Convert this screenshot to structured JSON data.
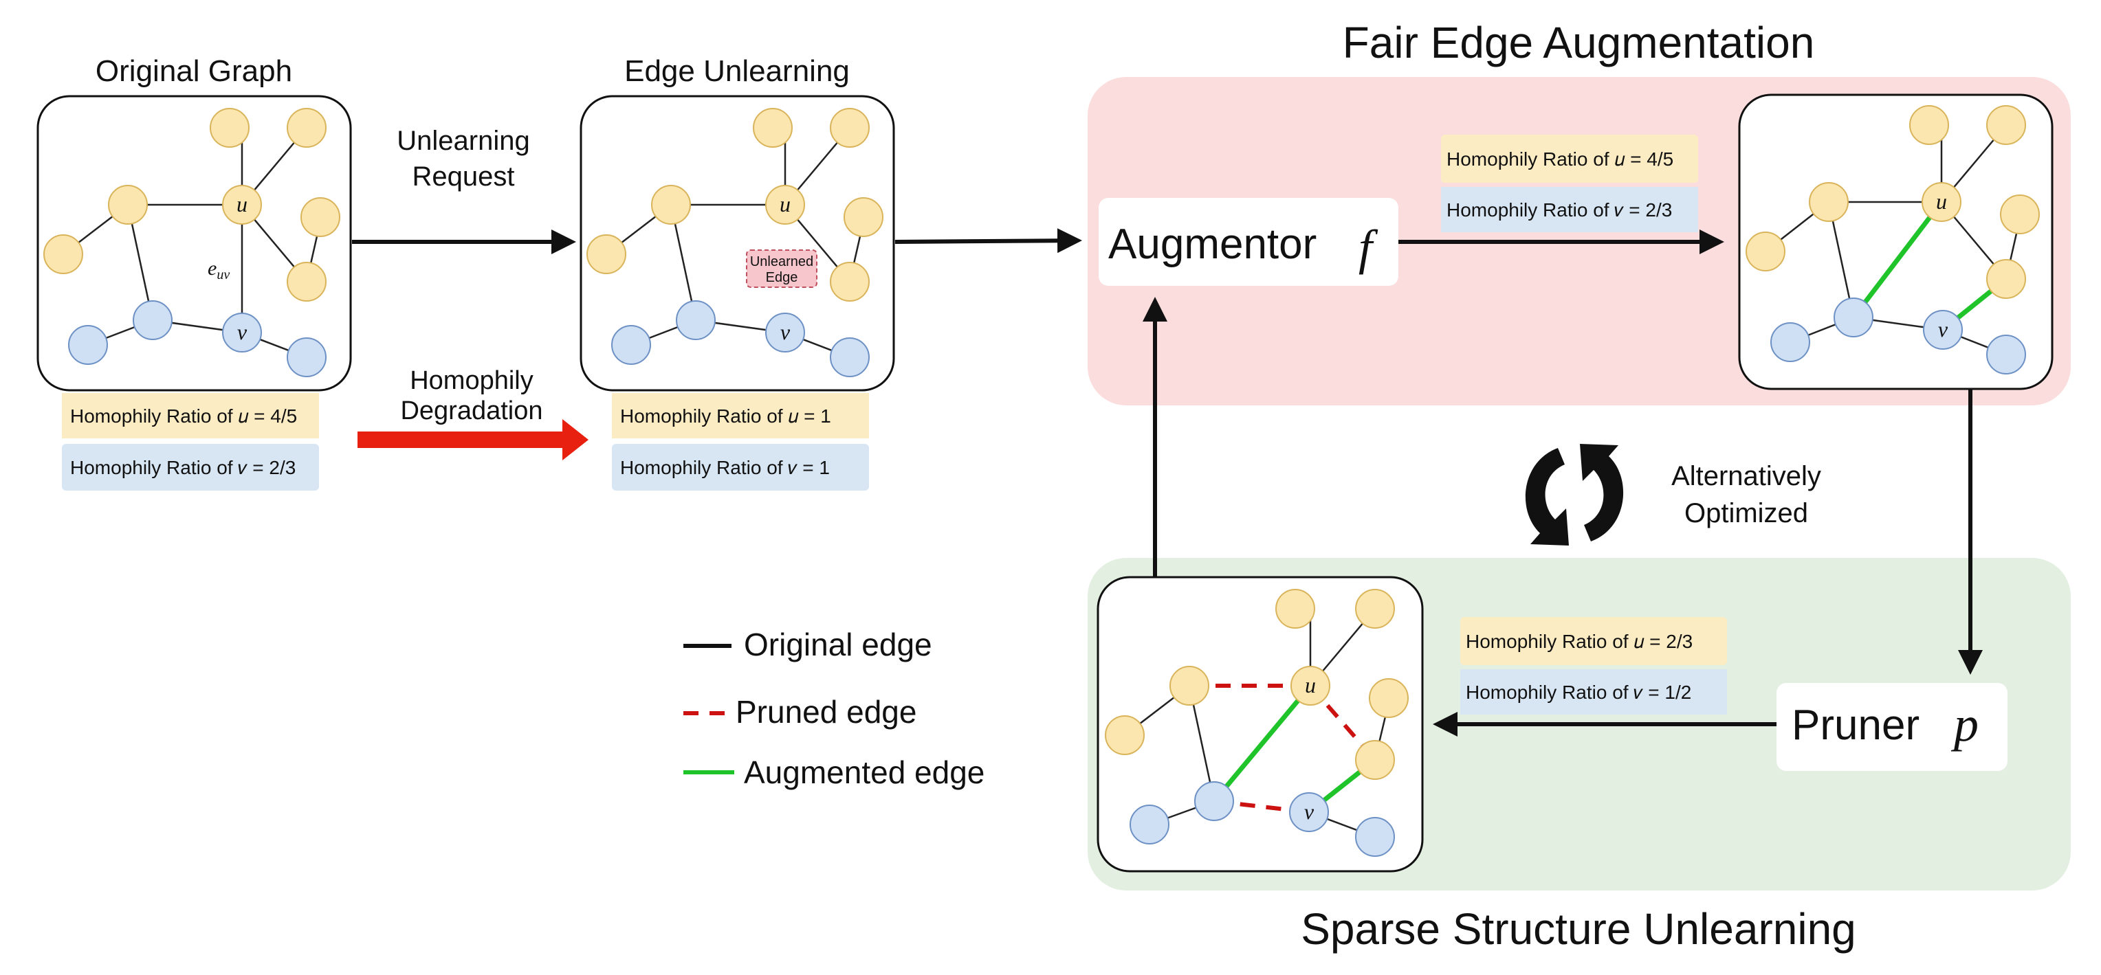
{
  "titles": {
    "original_graph": "Original Graph",
    "edge_unlearning": "Edge Unlearning",
    "fair_edge_augmentation": "Fair Edge Augmentation",
    "sparse_structure_unlearning": "Sparse Structure Unlearning"
  },
  "arrows": {
    "unlearning_request_line1": "Unlearning",
    "unlearning_request_line2": "Request",
    "homophily_degradation_line1": "Homophily",
    "homophily_degradation_line2": "Degradation",
    "alternatively_line1": "Alternatively",
    "alternatively_line2": "Optimized"
  },
  "graph_labels": {
    "u": "u",
    "v": "v",
    "euv": "e",
    "euv_sub": "uv",
    "unlearned_line1": "Unlearned",
    "unlearned_line2": "Edge"
  },
  "ratios": {
    "original_u": "Homophily Ratio of 𝑢 = 4/5",
    "original_v": "Homophily Ratio of 𝑣 = 2/3",
    "unlearn_u": "Homophily Ratio of 𝑢 = 1",
    "unlearn_v": "Homophily Ratio of 𝑣 = 1",
    "augment_u": "Homophily Ratio of 𝑢 = 4/5",
    "augment_v": "Homophily Ratio of 𝑣 = 2/3",
    "pruner_u": "Homophily Ratio of  𝑢 = 2/3",
    "pruner_v": "Homophily Ratio of  𝑣 = 1/2"
  },
  "modules": {
    "augmentor": "Augmentor",
    "augmentor_symbol": "f",
    "pruner": "Pruner",
    "pruner_symbol": "p"
  },
  "legend": {
    "original_edge": "Original edge",
    "pruned_edge": "Pruned edge",
    "augmented_edge": "Augmented edge"
  },
  "colors": {
    "yellow_node": "#fbe6b0",
    "blue_node": "#cfe0f5",
    "augmented_edge": "#1fc42b",
    "pruned_edge": "#cc1111",
    "degradation_arrow": "#e8200f",
    "augmentation_bg": "#fbdddd",
    "unlearning_bg": "#e3efe1",
    "yellow_tag": "#fcecc3",
    "blue_tag": "#d8e6f4"
  }
}
